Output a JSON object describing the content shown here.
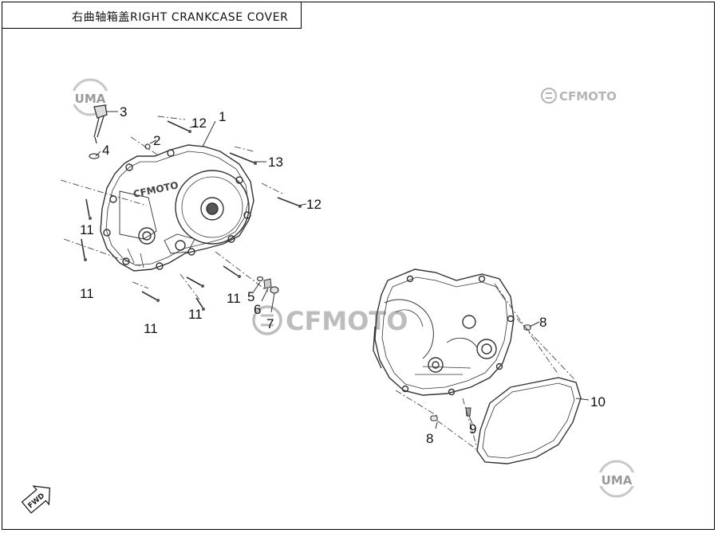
{
  "title": {
    "cn": "右曲轴箱盖",
    "en": "RIGHT CRANKCASE COVER"
  },
  "watermarks": {
    "uma_logo": "UMA",
    "brand": "CFMOTO",
    "cover_casting": "CFMOTO"
  },
  "fwd_marker": "FWD",
  "callouts": {
    "c1": "1",
    "c2": "2",
    "c3": "3",
    "c4": "4",
    "c5": "5",
    "c6": "6",
    "c7": "7",
    "c8a": "8",
    "c8b": "8",
    "c9": "9",
    "c10": "10",
    "c11a": "11",
    "c11b": "11",
    "c11c": "11",
    "c11d": "11",
    "c11e": "11",
    "c12a": "12",
    "c12b": "12",
    "c13": "13"
  },
  "colors": {
    "line": "#333333",
    "watermark": "#bdbdbd"
  }
}
